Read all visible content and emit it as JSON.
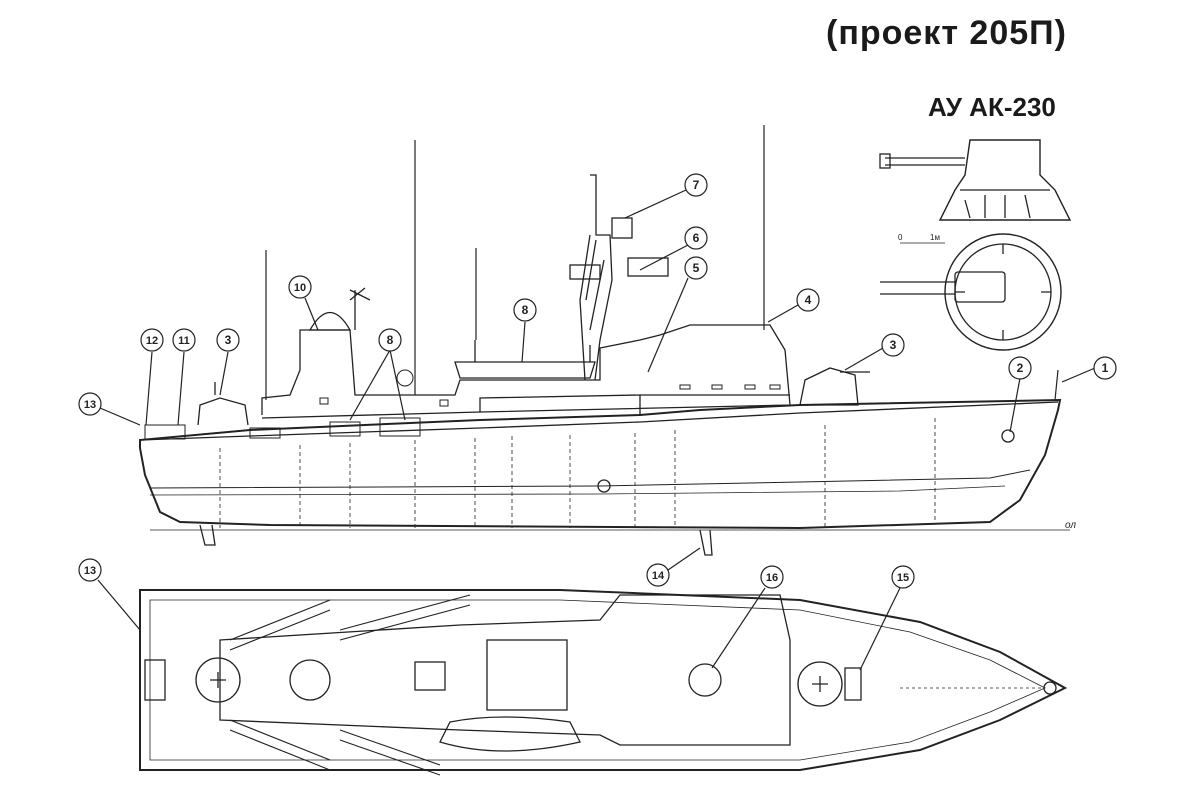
{
  "title": "(проект 205П)",
  "gun_label": "АУ АК-230",
  "callouts": {
    "c1": "1",
    "c2": "2",
    "c3a": "3",
    "c3b": "3",
    "c4": "4",
    "c5": "5",
    "c6": "6",
    "c7": "7",
    "c8a": "8",
    "c8b": "8",
    "c10": "10",
    "c11": "11",
    "c12": "12",
    "c13a": "13",
    "c13b": "13",
    "c14": "14",
    "c15": "15",
    "c16": "16"
  },
  "scale_marks": {
    "start": "0",
    "end": "1м"
  },
  "signature": "ол"
}
